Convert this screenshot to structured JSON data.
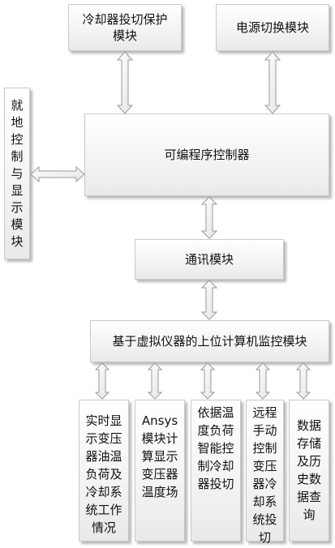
{
  "boxes": {
    "cooler_switch_protection": "冷却器投切保护模块",
    "power_switch": "电源切换模块",
    "local_control_display": "就地控制与显示模块",
    "plc": "可编程序控制器",
    "communication": "通讯模块",
    "upper_monitor": "基于虚拟仪器的上位计算机监控模块",
    "realtime_display": "实时显示变压器油温负荷及冷却系统工作情况",
    "ansys_calc": "Ansys模块计算显示变压器温度场",
    "intelligent_control": "依据温度负荷智能控制冷却器投切",
    "remote_manual": "远程手动控制变压器冷却系统投切",
    "data_storage": "数据存储及历史数据查询"
  }
}
